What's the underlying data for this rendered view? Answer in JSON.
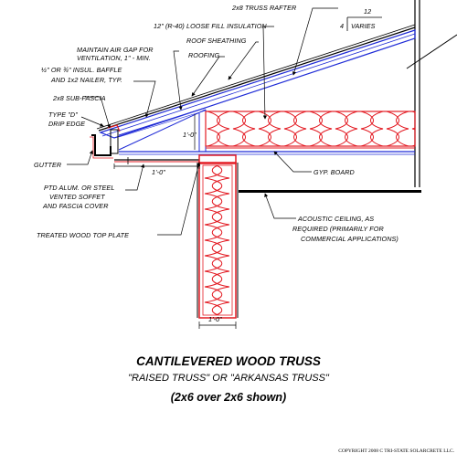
{
  "labels": {
    "truss_rafter": "2x8 TRUSS RAFTER",
    "insulation": "12\" (R-40) LOOSE FILL INSULATION",
    "air_gap_1": "MAINTAIN AIR GAP FOR",
    "air_gap_2": "VENTILATION, 1\" - MIN.",
    "roof_sheathing": "ROOF SHEATHING",
    "roofing": "ROOFING",
    "baffle_1": "½\" OR ¾\" INSUL. BAFFLE",
    "baffle_2": "AND 1x2 NAILER, TYP.",
    "sub_fascia": "2x8 SUB-FASCIA",
    "drip_edge_1": "TYPE \"D\"",
    "drip_edge_2": "DRIP EDGE",
    "gutter": "GUTTER",
    "soffit_1": "PTD ALUM. OR STEEL",
    "soffit_2": "VENTED SOFFET",
    "soffit_3": "AND FASCIA COVER",
    "gyp_board": "GYP. BOARD",
    "acoustic_1": "ACOUSTIC CEILING, AS",
    "acoustic_2": "REQUIRED (PRIMARILY FOR",
    "acoustic_3": "COMMERCIAL APPLICATIONS)",
    "top_plate": "TREATED WOOD TOP PLATE",
    "pitch_run": "12",
    "pitch_rise": "4",
    "pitch_varies": "VARIES",
    "dim_1ft_a": "1'-0\"",
    "dim_1ft_b": "1'-0\"",
    "dim_1ft_c": "1'-0\""
  },
  "title": {
    "main": "CANTILEVERED WOOD TRUSS",
    "subtitle": "\"RAISED TRUSS\" OR \"ARKANSAS TRUSS\"",
    "note": "(2x6 over 2x6 shown)"
  },
  "copyright": "COPYRIGHT 2008 C TRI-STATE SOLARCRETE LLC.",
  "colors": {
    "insulation_red": "#e31b23",
    "structure_blue": "#1f2bd6",
    "line_black": "#000000"
  }
}
